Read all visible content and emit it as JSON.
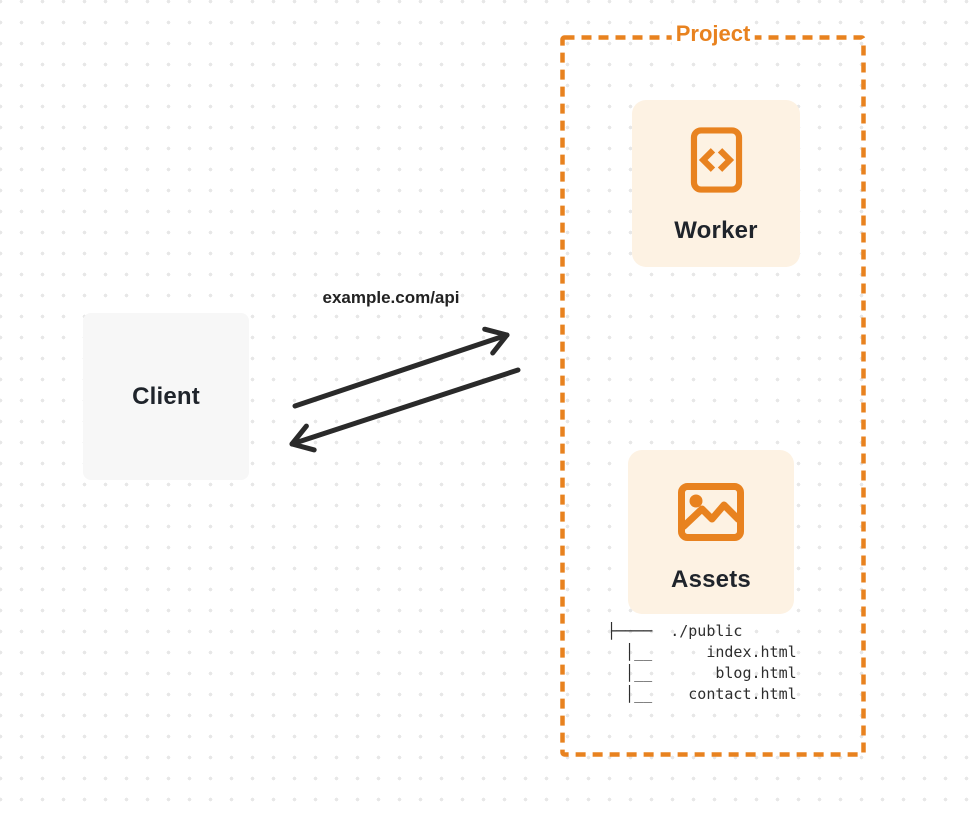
{
  "diagram": {
    "background": {
      "pattern": "dot-grid",
      "dot_color": "#e7e7e7"
    },
    "client": {
      "label": "Client"
    },
    "request": {
      "url_label": "example.com/api"
    },
    "project": {
      "label": "Project",
      "worker": {
        "label": "Worker",
        "icon": "code-file-icon"
      },
      "assets": {
        "label": "Assets",
        "icon": "image-icon"
      },
      "file_tree": {
        "root": "./public",
        "files": [
          "index.html",
          "blog.html",
          "contact.html"
        ],
        "lines": [
          "├────  ./public",
          "  │__      index.html",
          "  │__       blog.html",
          "  │__    contact.html"
        ]
      }
    },
    "colors": {
      "accent": "#e8821f",
      "card_fill": "#fdf2e3",
      "client_fill": "#f7f7f7",
      "ink": "#24292f",
      "arrow": "#2a2a2a"
    }
  }
}
